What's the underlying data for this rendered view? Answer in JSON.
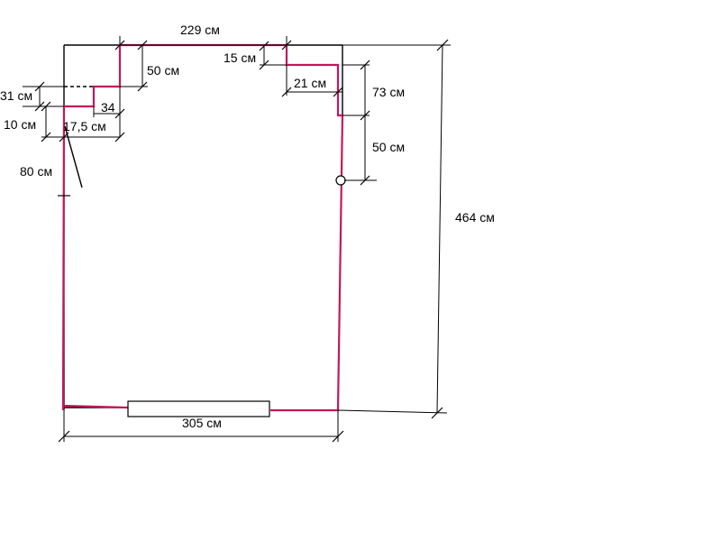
{
  "plan": {
    "unit": "см",
    "dimensions": {
      "top_width": "229 см",
      "top_right_step_width": "15 см",
      "top_left_step_height": "50 см",
      "left_upper_height": "31 см",
      "left_lower_height": "10 см",
      "step_34": "34",
      "step_17_5": "17,5 см",
      "left_wall_segment": "80 см",
      "right_niche_width": "21 см",
      "right_upper_height": "73 см",
      "right_lower_height": "50 см",
      "total_height": "464 см",
      "bottom_width": "305 см"
    }
  }
}
